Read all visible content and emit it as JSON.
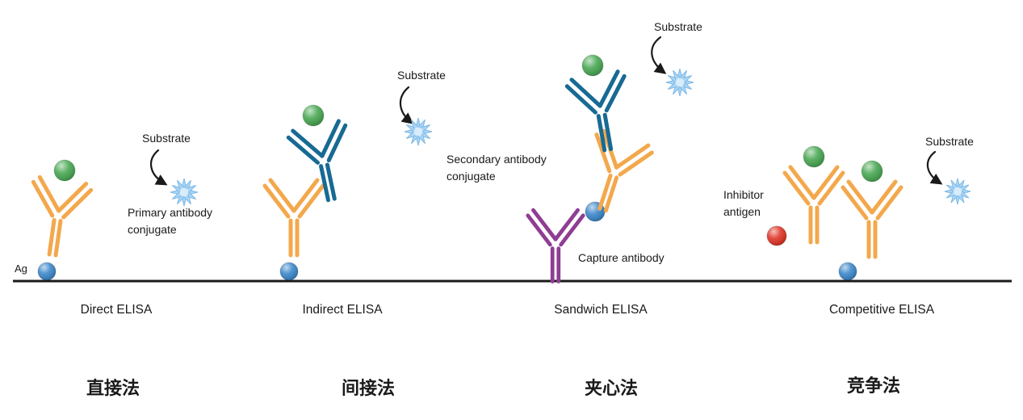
{
  "colors": {
    "background": "#FFFFFF",
    "text": "#1A1A1A",
    "baseline": "#1A1A1A",
    "antibody_orange": "#F3A84C",
    "antibody_teal": "#176A93",
    "antibody_purple": "#8F3D93",
    "antigen_blue": "#3181C8",
    "enzyme_green": "#3FA34A",
    "inhibitor_red": "#DE2A1B",
    "substrate_fill": "#A9D5F5",
    "substrate_stroke": "#7FB9E6"
  },
  "panels": {
    "direct": {
      "title": "Direct ELISA",
      "title_zh": "直接法",
      "substrate": "Substrate",
      "antigen_label": "Ag",
      "conjugate_line1": "Primary antibody",
      "conjugate_line2": "conjugate"
    },
    "indirect": {
      "title": "Indirect ELISA",
      "title_zh": "间接法",
      "substrate": "Substrate",
      "conjugate_line1": "Secondary antibody",
      "conjugate_line2": "conjugate"
    },
    "sandwich": {
      "title": "Sandwich ELISA",
      "title_zh": "夹心法",
      "substrate": "Substrate",
      "capture_label": "Capture antibody"
    },
    "competitive": {
      "title": "Competitive ELISA",
      "title_zh": "竞争法",
      "substrate": "Substrate",
      "inhibitor_line1": "Inhibitor",
      "inhibitor_line2": "antigen"
    }
  }
}
